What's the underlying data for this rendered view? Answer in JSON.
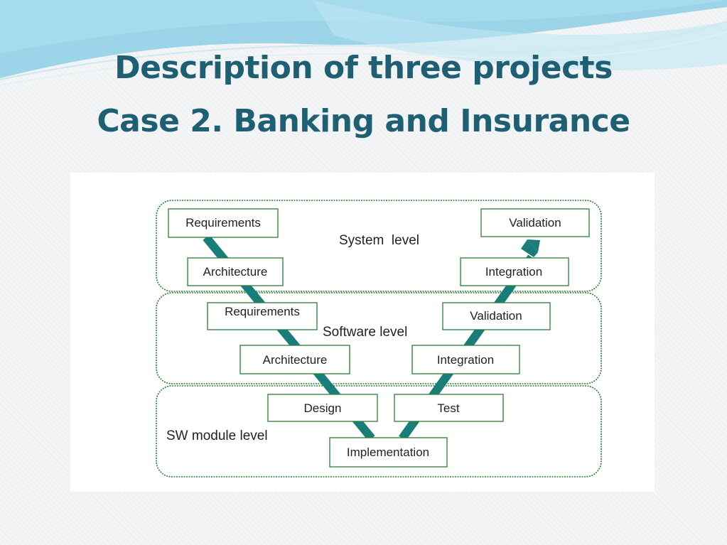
{
  "slide": {
    "title_line1": "Description of three projects",
    "title_line2": "Case 2. Banking and Insurance"
  },
  "diagram": {
    "levels": {
      "system": "System  level",
      "software": "Software level",
      "module": "SW module level"
    },
    "left_boxes": {
      "sys_requirements": "Requirements",
      "sys_architecture": "Architecture",
      "sw_requirements": "Requirements",
      "sw_architecture": "Architecture",
      "design": "Design"
    },
    "bottom_box": {
      "implementation": "Implementation"
    },
    "right_boxes": {
      "test": "Test",
      "sw_integration": "Integration",
      "sw_validation": "Validation",
      "sys_integration": "Integration",
      "sys_validation": "Validation"
    },
    "colors": {
      "arrow": "#1a7d7a",
      "box_border": "#2e7d32",
      "level_border": "#2e7d32",
      "title": "#1f5f73"
    }
  }
}
